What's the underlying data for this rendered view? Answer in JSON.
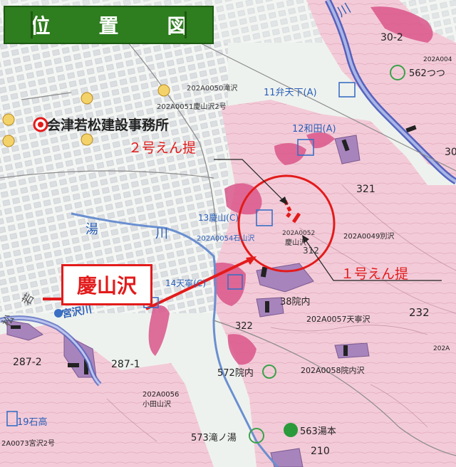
{
  "title": "位　置　図",
  "callouts": {
    "dam2": "２号えん提",
    "dam1": "１号えん提",
    "river_highlight": "慶山沢"
  },
  "office": "会津若松建設事務所",
  "labels": {
    "z0050": "202A0050滝沢",
    "z0051": "202A0051慶山沢2号",
    "benten": "11弁天下(A)",
    "wada": "12和田(A)",
    "keizan_c": "13慶山(C)",
    "ishiyama": "202A0054石山沢",
    "z0052": "202A0052",
    "keizan_zawa": "慶山沢",
    "n312": "312",
    "tenneiji": "14天寧(C)",
    "n38": "38院内",
    "z0057": "202A0057天寧沢",
    "n322": "322",
    "n572": "572院内",
    "z0058": "202A0058院内沢",
    "n321": "321",
    "z0049": "202A0049別沢",
    "n232": "232",
    "n30_2": "30-2",
    "z004": "202A004",
    "n562": "562つつ",
    "n30": "30",
    "n287_2": "287-2",
    "n287_1": "287-1",
    "z0056": "202A0056",
    "odayama": "小田山沢",
    "ishitaka": "19石高",
    "z0073": "2A0073宮沢2号",
    "takinoyu": "573滝ノ湯",
    "n563": "563湯本",
    "n210": "210",
    "miyazawa": "宮沢川",
    "yu": "湯",
    "kawa": "川",
    "kawa_ne": "川",
    "ha_letter": "若",
    "matsu_letter": "松",
    "n202a": "202A"
  },
  "colors": {
    "hazard_pink": "#f3c6d6",
    "hazard_magenta": "#d9568a",
    "dam_purple": "#a884bd",
    "river_blue": "#6a8fd0",
    "callout_red": "#e31b1b",
    "title_green": "#2e7d1f"
  }
}
